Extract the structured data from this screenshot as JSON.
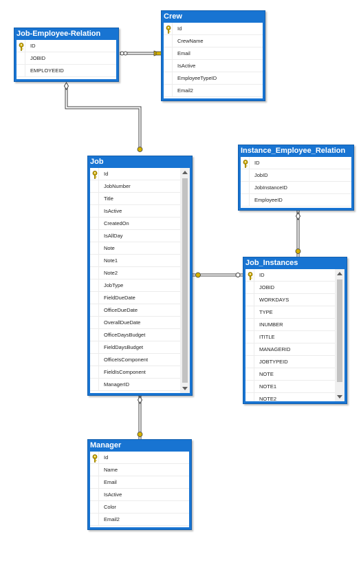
{
  "tables": {
    "job_employee_relation": {
      "title": "Job-Employee-Relation",
      "columns": [
        {
          "name": "ID",
          "primary_key": true
        },
        {
          "name": "JOBID",
          "primary_key": false
        },
        {
          "name": "EMPLOYEEID",
          "primary_key": false
        }
      ]
    },
    "crew": {
      "title": "Crew",
      "columns": [
        {
          "name": "Id",
          "primary_key": true
        },
        {
          "name": "CrewName",
          "primary_key": false
        },
        {
          "name": "Email",
          "primary_key": false
        },
        {
          "name": "IsActive",
          "primary_key": false
        },
        {
          "name": "EmployeeTypeID",
          "primary_key": false
        },
        {
          "name": "Email2",
          "primary_key": false
        }
      ]
    },
    "instance_employee_relation": {
      "title": "Instance_Employee_Relation",
      "columns": [
        {
          "name": "ID",
          "primary_key": true
        },
        {
          "name": "JobID",
          "primary_key": false
        },
        {
          "name": "JobInstanceID",
          "primary_key": false
        },
        {
          "name": "EmployeeID",
          "primary_key": false
        }
      ]
    },
    "job": {
      "title": "Job",
      "columns": [
        {
          "name": "Id",
          "primary_key": true
        },
        {
          "name": "JobNumber",
          "primary_key": false
        },
        {
          "name": "Title",
          "primary_key": false
        },
        {
          "name": "IsActive",
          "primary_key": false
        },
        {
          "name": "CreatedOn",
          "primary_key": false
        },
        {
          "name": "IsAllDay",
          "primary_key": false
        },
        {
          "name": "Note",
          "primary_key": false
        },
        {
          "name": "Note1",
          "primary_key": false
        },
        {
          "name": "Note2",
          "primary_key": false
        },
        {
          "name": "JobType",
          "primary_key": false
        },
        {
          "name": "FieldDueDate",
          "primary_key": false
        },
        {
          "name": "OfficeDueDate",
          "primary_key": false
        },
        {
          "name": "OverallDueDate",
          "primary_key": false
        },
        {
          "name": "OfficeDaysBudget",
          "primary_key": false
        },
        {
          "name": "FieldDaysBudget",
          "primary_key": false
        },
        {
          "name": "OfficeIsComponent",
          "primary_key": false
        },
        {
          "name": "FieldIsComponent",
          "primary_key": false
        },
        {
          "name": "ManagerID",
          "primary_key": false
        }
      ]
    },
    "job_instances": {
      "title": "Job_Instances",
      "columns": [
        {
          "name": "ID",
          "primary_key": true
        },
        {
          "name": "JOBID",
          "primary_key": false
        },
        {
          "name": "WORKDAYS",
          "primary_key": false
        },
        {
          "name": "TYPE",
          "primary_key": false
        },
        {
          "name": "INUMBER",
          "primary_key": false
        },
        {
          "name": "ITITLE",
          "primary_key": false
        },
        {
          "name": "MANAGERID",
          "primary_key": false
        },
        {
          "name": "JOBTYPEID",
          "primary_key": false
        },
        {
          "name": "NOTE",
          "primary_key": false
        },
        {
          "name": "NOTE1",
          "primary_key": false
        },
        {
          "name": "NOTE2",
          "primary_key": false
        }
      ]
    },
    "manager": {
      "title": "Manager",
      "columns": [
        {
          "name": "Id",
          "primary_key": true
        },
        {
          "name": "Name",
          "primary_key": false
        },
        {
          "name": "Email",
          "primary_key": false
        },
        {
          "name": "IsActive",
          "primary_key": false
        },
        {
          "name": "Color",
          "primary_key": false
        },
        {
          "name": "Email2",
          "primary_key": false
        }
      ]
    }
  },
  "relationships": [
    {
      "from": "job_employee_relation",
      "to": "crew"
    },
    {
      "from": "job_employee_relation",
      "to": "job"
    },
    {
      "from": "instance_employee_relation",
      "to": "job_instances"
    },
    {
      "from": "job_instances",
      "to": "job"
    },
    {
      "from": "job",
      "to": "manager"
    }
  ],
  "colors": {
    "header": "#1874d2",
    "connector": "#404040",
    "key": "#d4b000"
  }
}
